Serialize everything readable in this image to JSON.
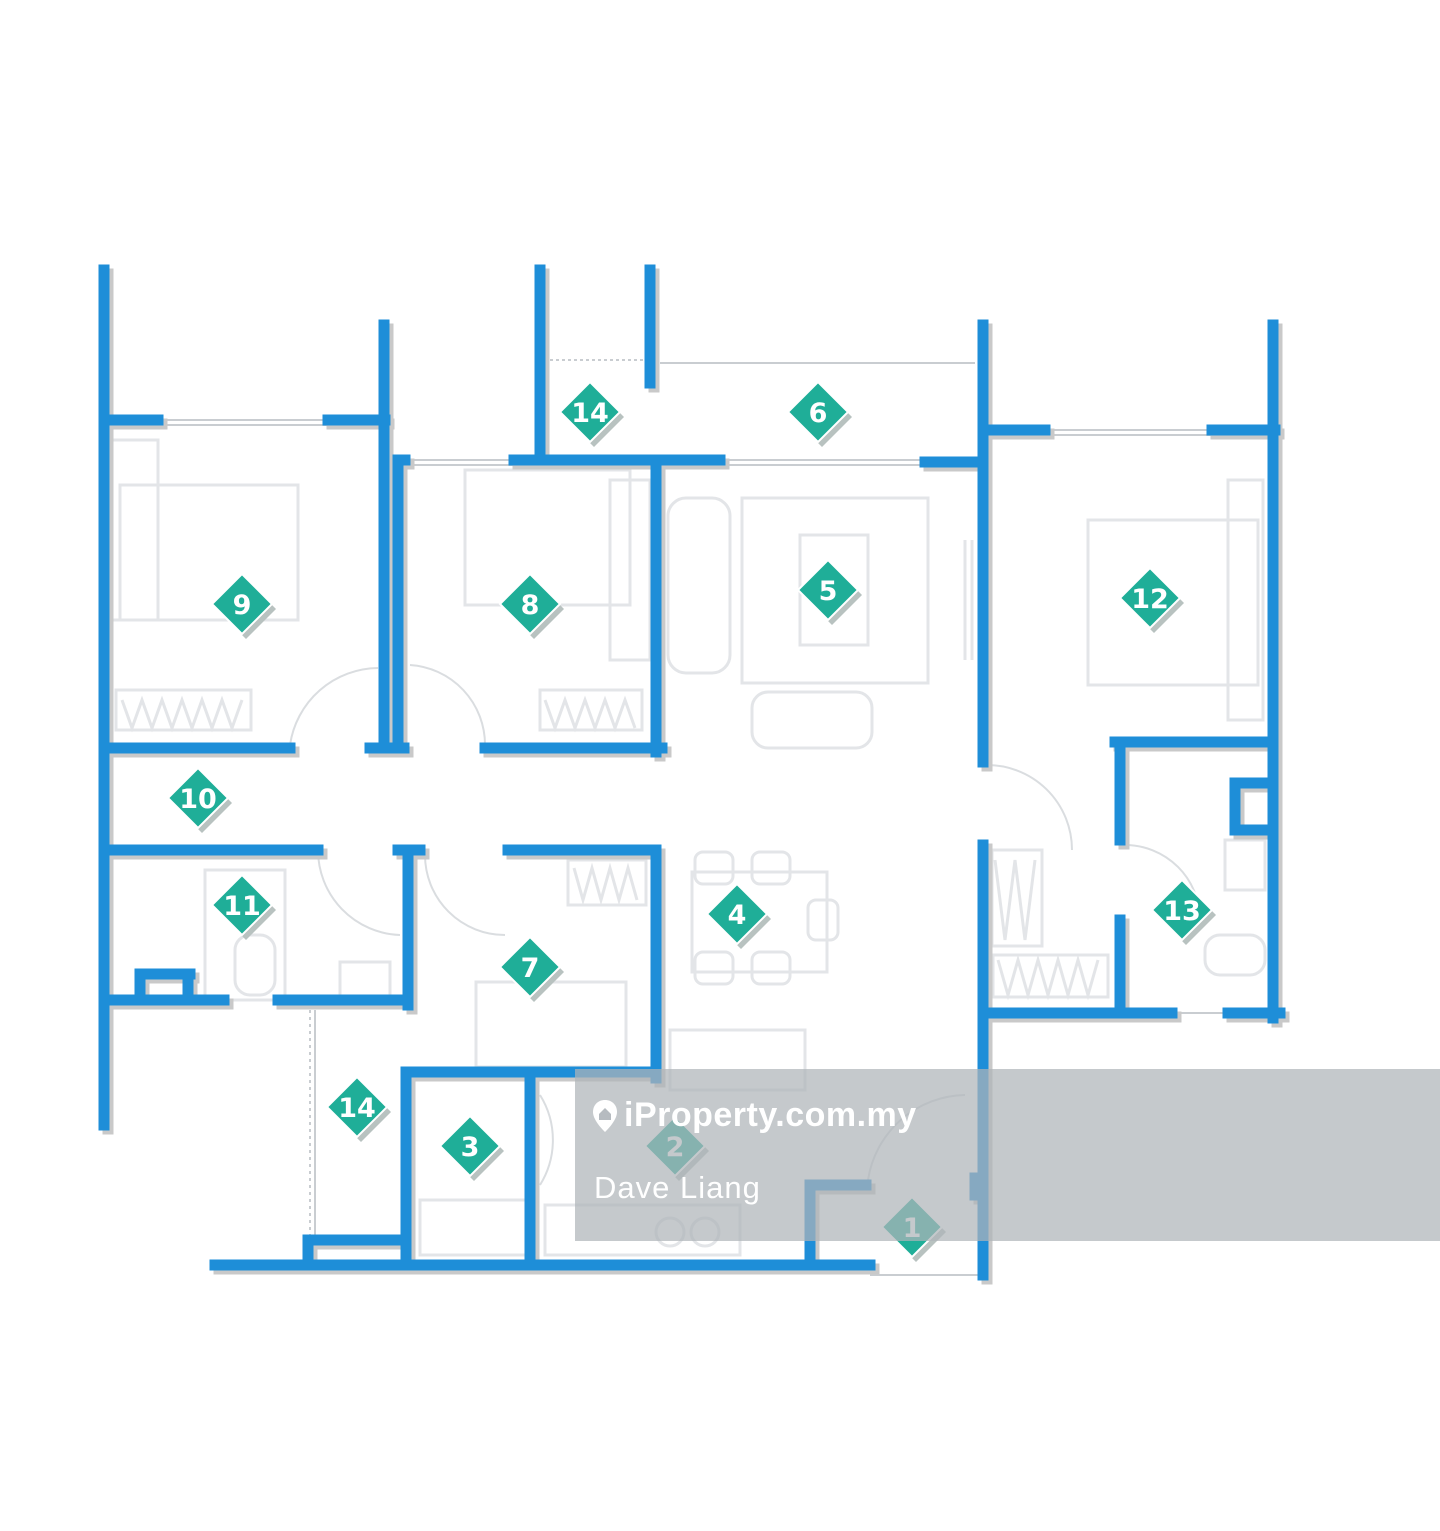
{
  "floorplan": {
    "wall_color": "#1e8ed8",
    "marker_color": "#1fae98",
    "markers": [
      "14",
      "6",
      "9",
      "8",
      "5",
      "12",
      "10",
      "11",
      "4",
      "13",
      "7",
      "14",
      "3",
      "2",
      "1"
    ]
  },
  "watermark": {
    "brand": "iProperty.com.my",
    "agent": "Dave Liang",
    "icon": "location-pin-icon"
  }
}
